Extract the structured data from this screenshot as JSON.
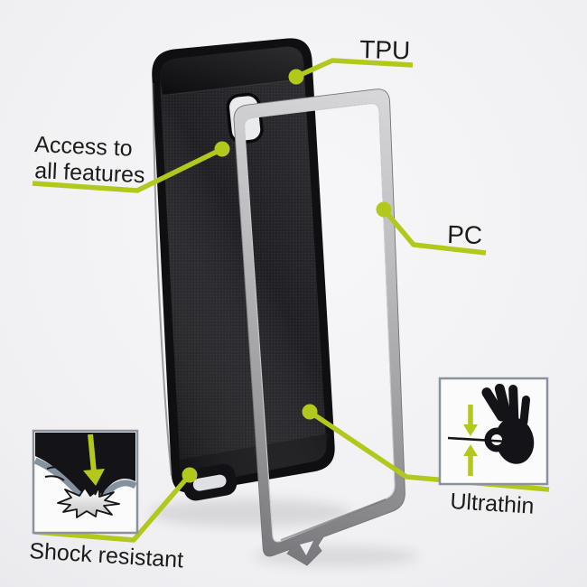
{
  "scene": {
    "background_color": "#f1f1f4",
    "accent_color": "#b2c81c",
    "text_color": "#1c1b19",
    "case_color": "#0f0f11",
    "frame_color": "#b5b5b8",
    "box_border_color": "#8b929c"
  },
  "callouts": {
    "tpu": {
      "label": "TPU"
    },
    "pc": {
      "label": "PC"
    },
    "access": {
      "line1": "Access to",
      "line2": "all features"
    },
    "ultrathin": {
      "label": "Ultrathin"
    },
    "shock": {
      "label": "Shock resistant"
    }
  },
  "icons": {
    "shock": "impact-burst-icon",
    "ultrathin": "ok-hand-thinness-icon"
  }
}
